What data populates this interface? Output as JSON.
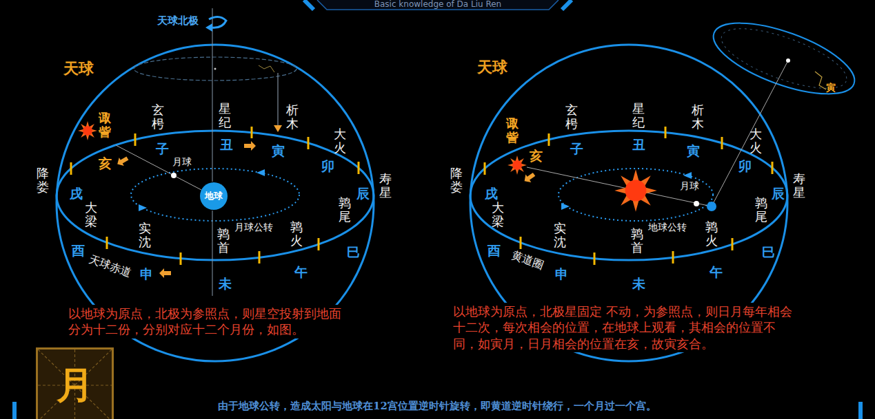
{
  "diagram": {
    "title": "Basic knowledge of Da Liu Ren",
    "caption": "由于地球公转，造成太阳与地球在12宫位置逆时针旋转，即黄道逆时针绕行，一个月过一个宫。",
    "nodes": [
      {
        "text": [
          "地球"
        ]
      },
      {
        "text": [
          "月"
        ]
      }
    ],
    "labels": [
      "天球北极",
      "天球",
      "诹訾",
      "玄枵",
      "星纪",
      "析木",
      "大火",
      "降娄",
      "亥",
      "子",
      "丑",
      "寅",
      "卯",
      "月球",
      "寿星",
      "戌",
      "辰",
      "大梁",
      "实沈",
      "鹑首",
      "月球公转",
      "鹑火",
      "鹑尾",
      "酉",
      "巳",
      "天球赤道",
      "申",
      "未",
      "午",
      "以地球为原点，北极为参照点，则星空投射到地面分为十二份，分别对应十二个月份，如图。",
      "天球",
      "寅",
      "诹訾",
      "玄枵",
      "星纪",
      "析木",
      "大火",
      "亥",
      "子",
      "丑",
      "寅",
      "卯",
      "降娄",
      "月球",
      "寿星",
      "戌",
      "辰",
      "大梁",
      "实沈",
      "鹑首",
      "地球公转",
      "鹑火",
      "鹑尾",
      "酉",
      "黄道圈",
      "巳",
      "申",
      "未",
      "午",
      "以地球为原点，北极星固定 不动，为参照点，则日月每年相会十二次，每次相会的位置，在地球上观看，其相会的位置不同，如寅月，日月相会的位置在亥，故寅亥合。"
    ]
  }
}
